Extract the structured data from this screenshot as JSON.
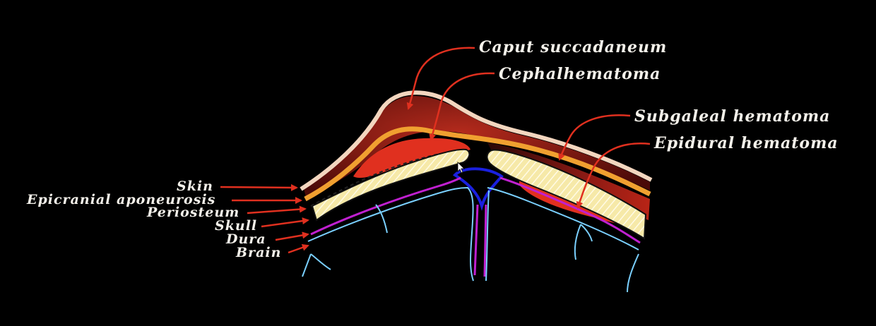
{
  "diagram": {
    "labels": {
      "caput": "Caput succadaneum",
      "cephalhematoma": "Cephalhematoma",
      "subgaleal": "Subgaleal hematoma",
      "epidural": "Epidural hematoma",
      "skin": "Skin",
      "epicranial": "Epicranial aponeurosis",
      "periosteum": "Periosteum",
      "skull": "Skull",
      "dura": "Dura",
      "brain": "Brain"
    },
    "colors": {
      "background": "#000000",
      "skin": "#f3d6bf",
      "aponeurosis": "#f0a030",
      "caput_fill": "#8a1a12",
      "hematoma": "#e0301f",
      "subgaleal_fill": "#9a1f17",
      "skull": "#f6e9a8",
      "dura": "#c020d0",
      "sinus": "#1a20e0",
      "brain_outline": "#7ad0ff",
      "arrow": "#e0301f",
      "text": "#f4f1ea"
    }
  }
}
